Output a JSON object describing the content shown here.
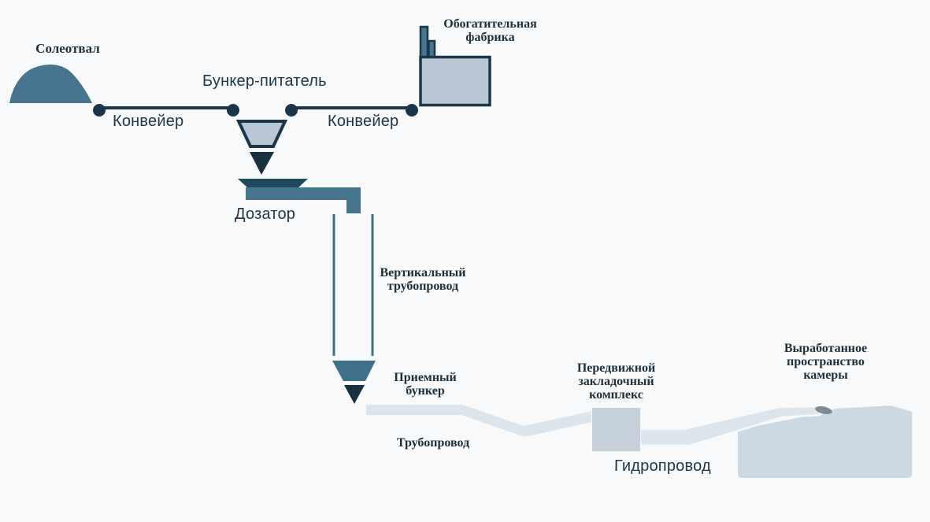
{
  "diagram": {
    "type": "process-flow",
    "labels": {
      "salt_pile": "Солеотвал",
      "conveyor_left": "Конвейер",
      "conveyor_right": "Конвейер",
      "bunker_feeder": "Бункер-питатель",
      "factory": "Обогатительная\nфабрика",
      "dosator": "Дозатор",
      "vertical_pipeline": "Вертикальный\nтрубопровод",
      "receiving_bunker": "Приемный\nбункер",
      "pipeline": "Трубопровод",
      "mobile_backfill_complex": "Передвижной\nзакладочный\nкомплекс",
      "hydro_pipeline": "Гидропровод",
      "mined_out_chamber": "Выработанное\nпространство\nкамеры"
    },
    "colors": {
      "background": "#f7f9fa",
      "ink": "#1b3648",
      "dark_navy": "#17313f",
      "teal": "#47748e",
      "teal_mid": "#3f7089",
      "dark_teal": "#1f4a5e",
      "light_steel": "#b9c7d4",
      "pale_band": "#dde5ec",
      "block_gray": "#c5d0db",
      "chamber_gray": "#ccd8e2",
      "nozzle_gray": "#7d8a95"
    }
  }
}
